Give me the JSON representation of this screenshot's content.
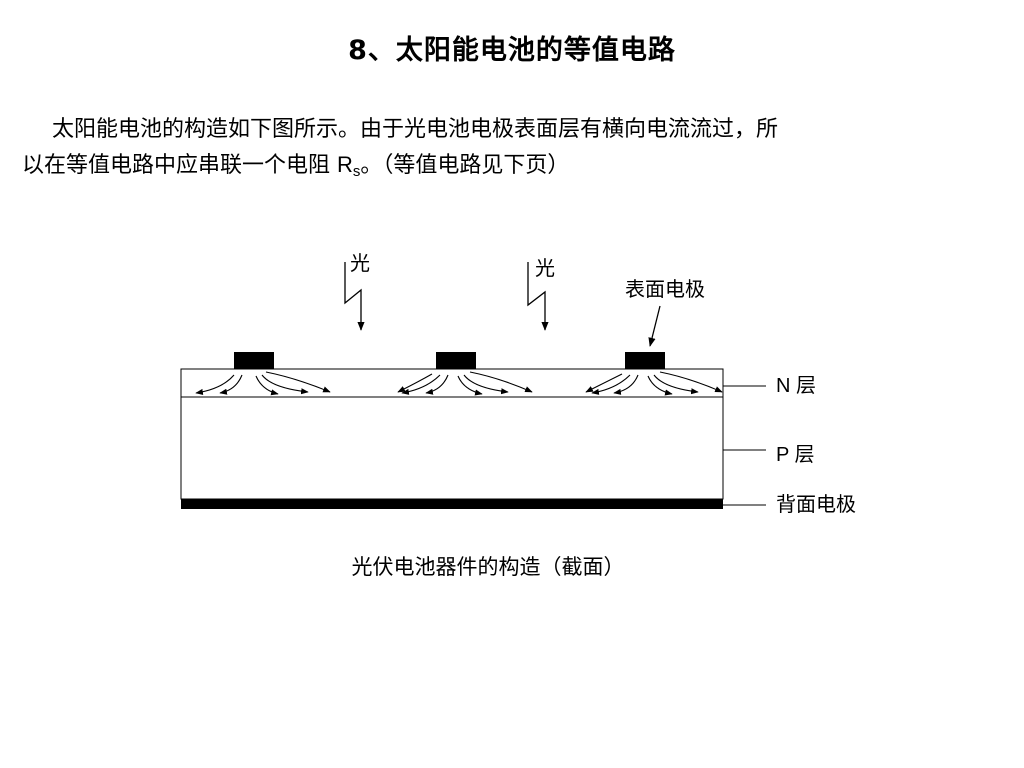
{
  "title": "8、太阳能电池的等值电路",
  "paragraph": {
    "line1": "太阳能电池的构造如下图所示。由于光电池电极表面层有横向电流流过，所",
    "line2_pre": "以在等值电路中应串联一个电阻 ",
    "symbol": "R",
    "subscript": "s",
    "line2_post": "。（等值电路见下页）"
  },
  "diagram": {
    "light_labels": [
      "光",
      "光"
    ],
    "surface_electrode_label": "表面电极",
    "n_layer_label": "N 层",
    "p_layer_label": "P 层",
    "back_electrode_label": "背面电极",
    "caption": "光伏电池器件的构造（截面）"
  }
}
